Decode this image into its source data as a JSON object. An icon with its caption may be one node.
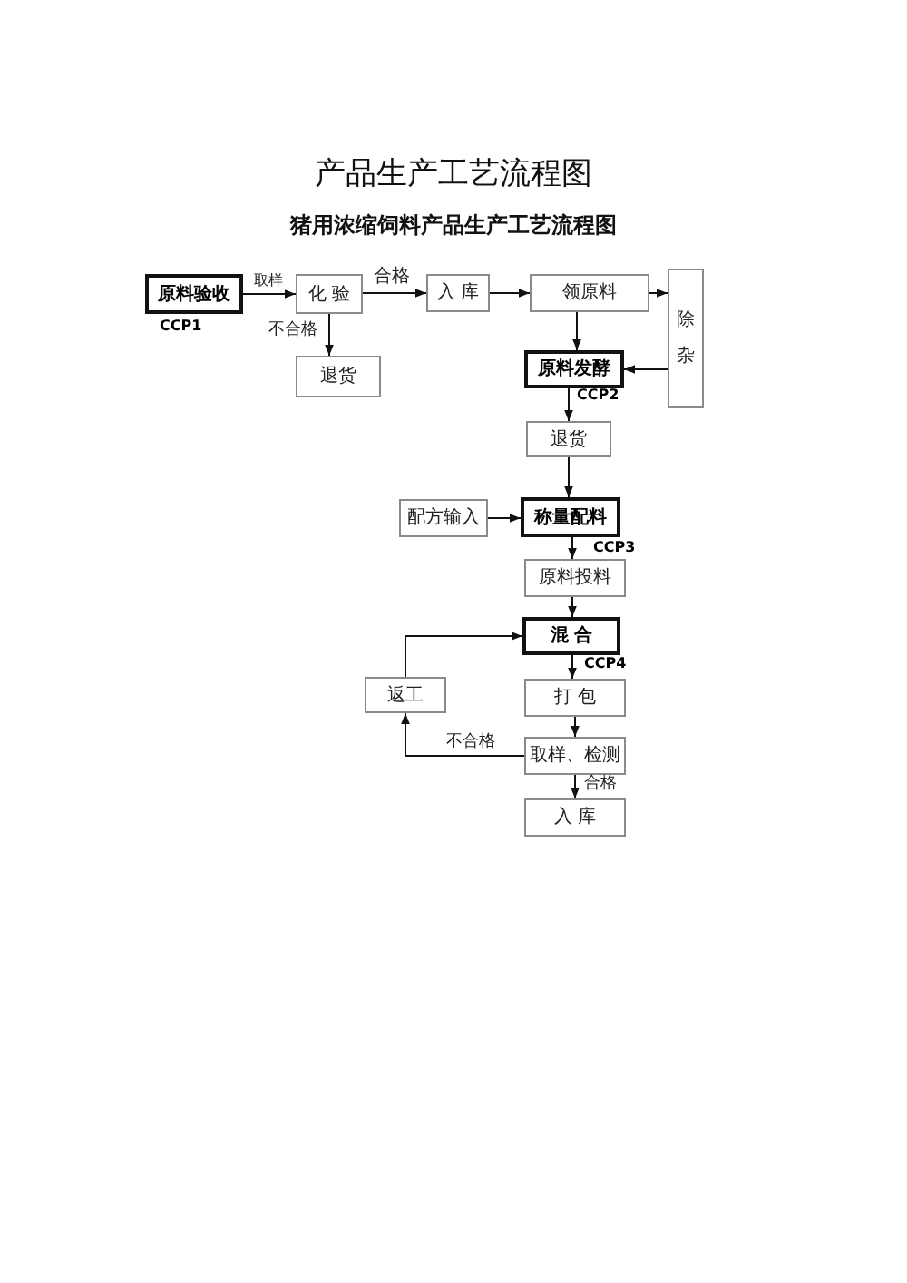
{
  "diagram": {
    "title": "产品生产工艺流程图",
    "nodes": [
      {
        "text": [
          "原料验收"
        ],
        "beside": [
          "CCP1"
        ]
      },
      {
        "text": [
          "化 验"
        ]
      },
      {
        "text": [
          "入 库"
        ]
      },
      {
        "text": [
          "领原料"
        ]
      },
      {
        "text": [
          "除杂"
        ]
      },
      {
        "text": [
          "退货"
        ]
      },
      {
        "text": [
          "原料发酵"
        ],
        "beside": [
          "CCP2"
        ]
      },
      {
        "text": [
          "退货"
        ]
      },
      {
        "text": [
          "配方输入"
        ]
      },
      {
        "text": [
          "称量配料"
        ],
        "beside": [
          "CCP3"
        ]
      },
      {
        "text": [
          "原料投料"
        ]
      },
      {
        "text": [
          "混 合"
        ],
        "beside": [
          "CCP4"
        ]
      },
      {
        "text": [
          "返工"
        ]
      },
      {
        "text": [
          "打 包"
        ]
      },
      {
        "text": [
          "取样、检测"
        ]
      },
      {
        "text": [
          "入 库"
        ]
      }
    ],
    "edges": [
      {
        "from": 0,
        "to": 1,
        "arrow": "to",
        "label": "取样"
      },
      {
        "from": 1,
        "to": 2,
        "arrow": "to",
        "label": "合格"
      },
      {
        "from": 2,
        "to": 3,
        "arrow": "to"
      },
      {
        "from": 3,
        "to": 4,
        "arrow": "to"
      },
      {
        "from": 1,
        "to": 5,
        "arrow": "to",
        "label": "不合格"
      },
      {
        "from": 3,
        "to": 6,
        "arrow": "to"
      },
      {
        "from": 4,
        "to": 6,
        "arrow": "to"
      },
      {
        "from": 6,
        "to": 7,
        "arrow": "to"
      },
      {
        "from": 7,
        "to": 9,
        "arrow": "to"
      },
      {
        "from": 8,
        "to": 9,
        "arrow": "to"
      },
      {
        "from": 9,
        "to": 10,
        "arrow": "to"
      },
      {
        "from": 10,
        "to": 11,
        "arrow": "to"
      },
      {
        "from": 11,
        "to": 13,
        "arrow": "to"
      },
      {
        "from": 13,
        "to": 14,
        "arrow": "to"
      },
      {
        "from": 14,
        "to": 15,
        "arrow": "to",
        "label": "合格"
      },
      {
        "from": 14,
        "to": 12,
        "arrow": "to",
        "label": "不合格"
      },
      {
        "from": 12,
        "to": 11,
        "arrow": "to"
      }
    ],
    "labels": [
      "猪用浓缩饲料产品生产工艺流程图"
    ]
  }
}
